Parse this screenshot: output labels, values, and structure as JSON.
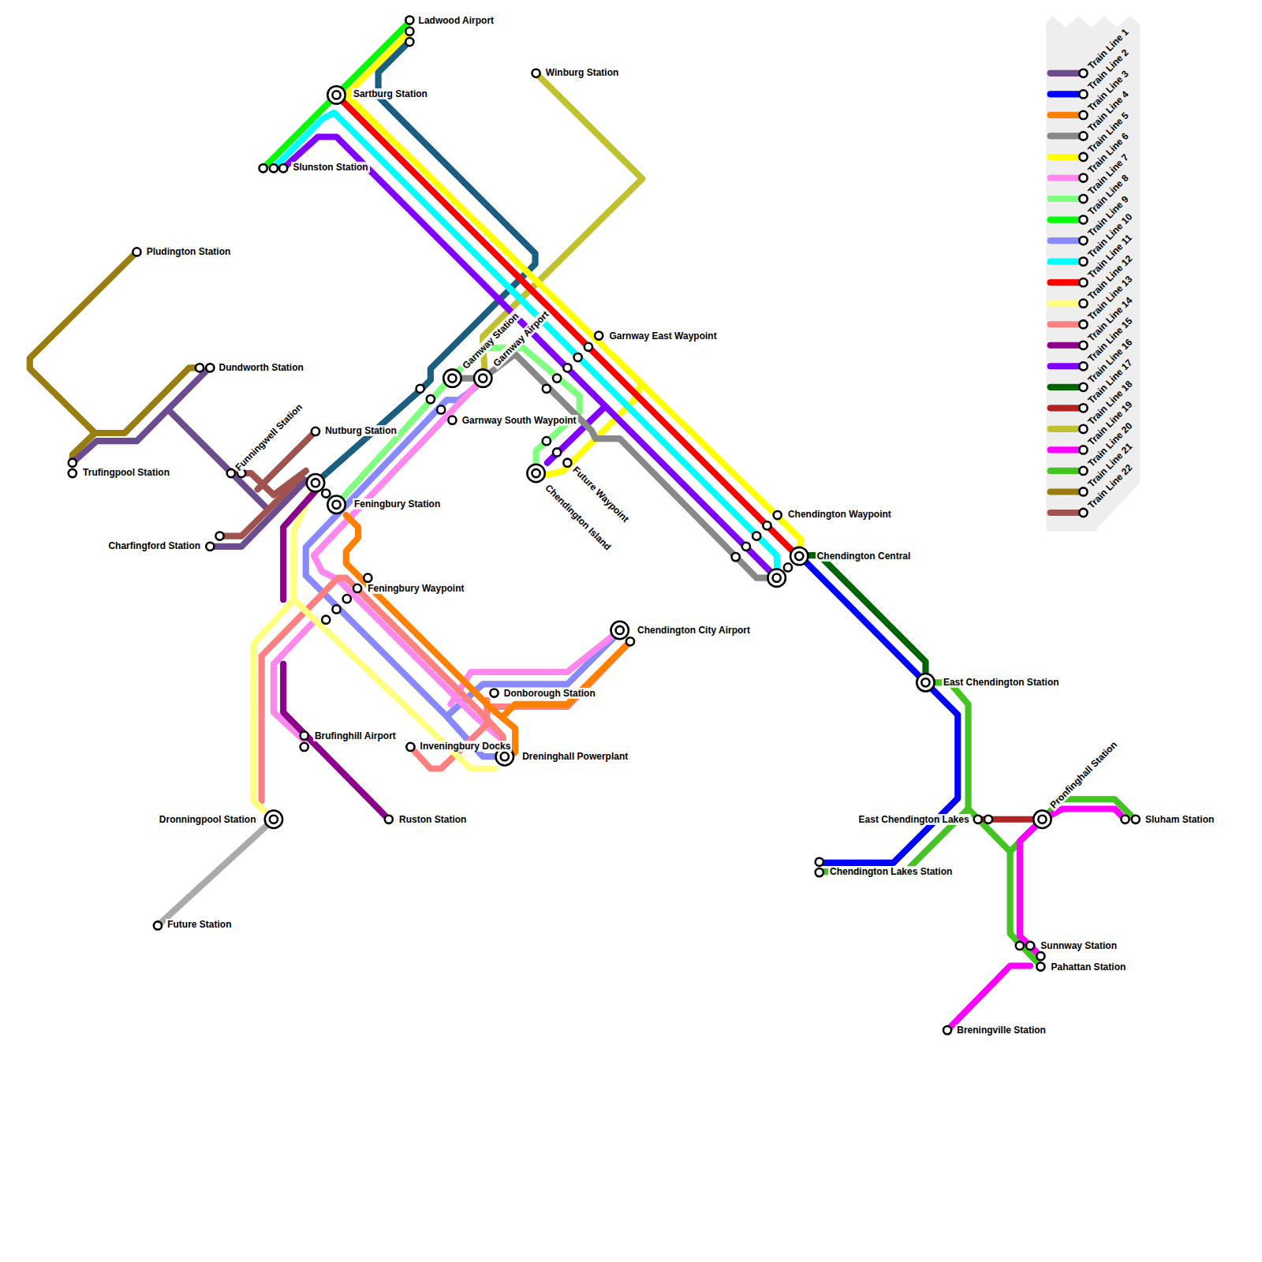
{
  "diagram": {
    "labels": [
      "Ladwood Airport",
      "Winburg Station",
      "Sartburg Station",
      "Slunston Station",
      "Pludington Station",
      "Dundworth Station",
      "Trufingpool Station",
      "Funningwell Station",
      "Nutburg Station",
      "Charfingford Station",
      "Feningbury Station",
      "Garnway Station",
      "Garnway Airport",
      "Garnway South Waypoint",
      "Garnway East Waypoint",
      "Chendington Island",
      "Future Waypoint",
      "Feningbury Waypoint",
      "Chendington Waypoint",
      "Chendington Central",
      "Chendington City Airport",
      "Donborough Station",
      "Brufinghill Airport",
      "Inveningbury Docks",
      "Dreninghall Powerplant",
      "Dronningpool Station",
      "Ruston Station",
      "Future Station",
      "East Chendington Station",
      "East Chendington Lakes",
      "Pronfinghall Station",
      "Sluham Station",
      "Chendington Lakes Station",
      "Sunnway Station",
      "Pahattan Station",
      "Breningville Station"
    ],
    "legend": [
      {
        "text": "Train Line 1",
        "color": "#6b4c8f"
      },
      {
        "text": "Train Line 2",
        "color": "#0000ff"
      },
      {
        "text": "Train Line 3",
        "color": "#ff8000"
      },
      {
        "text": "Train Line 4",
        "color": "#888888"
      },
      {
        "text": "Train Line 5",
        "color": "#ffff00"
      },
      {
        "text": "Train Line 6",
        "color": "#ff88ee"
      },
      {
        "text": "Train Line 7",
        "color": "#80ff80"
      },
      {
        "text": "Train Line 8",
        "color": "#00ff00"
      },
      {
        "text": "Train Line 9",
        "color": "#8888ff"
      },
      {
        "text": "Train Line 10",
        "color": "#00ffff"
      },
      {
        "text": "Train Line 11",
        "color": "#ff0000"
      },
      {
        "text": "Train Line 12",
        "color": "#ffff80"
      },
      {
        "text": "Train Line 13",
        "color": "#ff8080"
      },
      {
        "text": "Train Line 14",
        "color": "#8b008b"
      },
      {
        "text": "Train Line 15",
        "color": "#8000ff"
      },
      {
        "text": "Train Line 16",
        "color": "#006400"
      },
      {
        "text": "Train Line 17",
        "color": "#b22222"
      },
      {
        "text": "Train Line 18",
        "color": "#c0c030"
      },
      {
        "text": "Train Line 19",
        "color": "#ff00ff"
      },
      {
        "text": "Train Line 20",
        "color": "#44c422"
      },
      {
        "text": "Train Line 21",
        "color": "#9a7d10"
      },
      {
        "text": "Train Line 22",
        "color": "#a0524f"
      }
    ]
  }
}
